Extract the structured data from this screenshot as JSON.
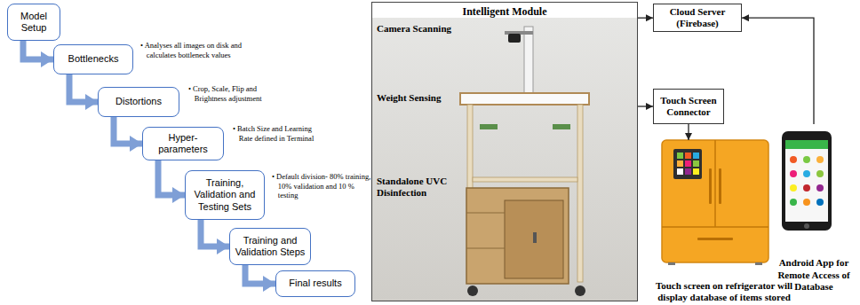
{
  "diagram": {
    "nodes": [
      {
        "text": [
          "Model Setup"
        ]
      },
      {
        "text": [
          "Bottlenecks"
        ]
      },
      {
        "text": [
          "Distortions"
        ]
      },
      {
        "text": [
          "Hyper-parameters"
        ]
      },
      {
        "text": [
          "Training, Validation and Testing Sets"
        ]
      },
      {
        "text": [
          "Training and Validation Steps"
        ]
      },
      {
        "text": [
          "Final results"
        ]
      },
      {
        "text": [
          "Intelligent Module"
        ]
      },
      {
        "text": [
          "Cloud Server (Firebase)"
        ]
      },
      {
        "text": [
          "Touch Screen Connector"
        ]
      },
      {
        "text": [
          "Touch screen on refrigerator will display database of items stored"
        ]
      },
      {
        "text": [
          "Android App for Remote Access of Database"
        ]
      }
    ],
    "edges": [
      {
        "from": 0,
        "to": 1,
        "arrow": "to"
      },
      {
        "from": 1,
        "to": 2,
        "arrow": "to"
      },
      {
        "from": 2,
        "to": 3,
        "arrow": "to"
      },
      {
        "from": 3,
        "to": 4,
        "arrow": "to"
      },
      {
        "from": 4,
        "to": 5,
        "arrow": "to"
      },
      {
        "from": 5,
        "to": 6,
        "arrow": "to"
      },
      {
        "from": 7,
        "to": 8,
        "arrow": "to"
      },
      {
        "from": 7,
        "to": 9,
        "arrow": "to"
      },
      {
        "from": 9,
        "to": 10,
        "arrow": "to"
      },
      {
        "from": 11,
        "to": 8,
        "arrow": "to"
      }
    ],
    "labels": [
      "• Analyses all images on disk and calculates bottleneck values",
      "• Crop, Scale, Flip and Brightness adjustment",
      "• Batch Size and Learning Rate defined in Terminal",
      "• Default division- 80% training, 10% validation and 10 % testing",
      "Camera Scanning",
      "Weight Sensing",
      "Standalone UVC Disinfection"
    ]
  }
}
